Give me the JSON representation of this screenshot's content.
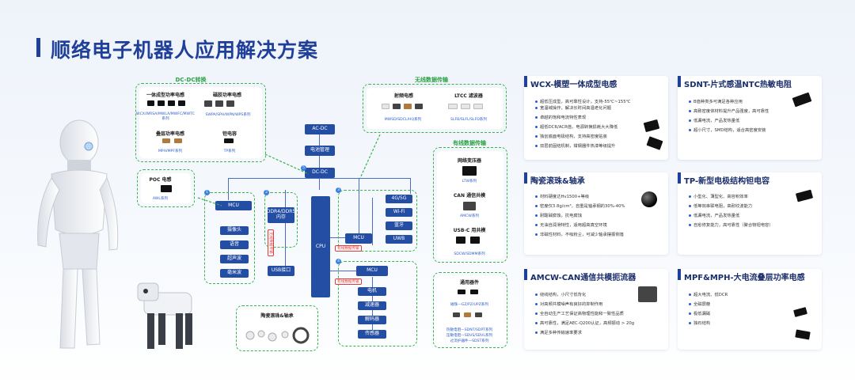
{
  "title": "顺络电子机器人应用解决方案",
  "diagram": {
    "dcdc": {
      "title": "DC-DC转换",
      "groups": [
        {
          "label": "一体成型功率电感",
          "sub": "WCX/WRSA/MWLA/MWFC/MWTC系列"
        },
        {
          "label": "磁胶功率电感",
          "sub": "SWPA/SPH/WPN/WPS系列"
        },
        {
          "label": "叠层功率电感",
          "sub": "MPH/MPF系列"
        },
        {
          "label": "钽电容",
          "sub": "TP系列"
        }
      ]
    },
    "poc": {
      "label": "POC 电感",
      "sub": "AWL系列"
    },
    "wireless": {
      "title": "无线数据传输",
      "groups": [
        {
          "label": "射频电感",
          "sub": "MWSD/SDCL/HQ系列"
        },
        {
          "label": "LTCC 滤波器",
          "sub": "SLFB/SLFL/SLFD系列"
        }
      ]
    },
    "wired": {
      "title": "有线数据传输",
      "groups": [
        {
          "label": "网络变压器",
          "sub": "LTW系列"
        },
        {
          "label": "CAN 通信共模",
          "sub": "AMCW系列"
        },
        {
          "label": "USB-C 用共模",
          "sub": "SDCW/SDMM系列"
        }
      ]
    },
    "general": {
      "title": "通用器件",
      "sub1": "磁珠—GZ/PZ/UPZ系列",
      "sub2": "热敏电阻—SDNT/SDPT系列",
      "sub3": "压敏电阻—SDVS/SDVL系列",
      "sub4": "过流护器件—SDST系列"
    },
    "ceramic": {
      "title": "陶瓷滚珠&轴承"
    },
    "blocks": {
      "acdc": "AC-DC",
      "power": "电池管理",
      "dcdc": "DC-DC",
      "cpu": "CPU",
      "ddr": "DDR4/DDR5内存",
      "usb": "USB接口",
      "mcu_left": "MCU",
      "mcu_mid": "MCU",
      "mcu_bottom": "MCU",
      "camera": "摄像头",
      "voice": "语音",
      "ultra": "超声波",
      "mmwave": "毫米波",
      "g45": "4G/5G",
      "wifi": "Wi-Fi",
      "bt": "蓝牙",
      "uwb": "UWB",
      "motor": "电机",
      "reducer": "减速器",
      "encoder": "解码器",
      "sensor": "传感器"
    },
    "tags": {
      "t1": "无线数据传输",
      "t2": "有线数据传输",
      "t3": "有线数据传输"
    }
  },
  "cards": [
    {
      "title": "WCX-模塑一体成型电感",
      "features": [
        "超低压成型，高可靠性设计，支持-55℃~155℃",
        "宽温域操作，解决长时间高温老化问题",
        "卓越的饱和电流特性表现",
        "超低DCR/ACR值，电源转换损耗大大降低",
        "独创底面电极结构，支持高密度贴装",
        "双层前固结机制，钳钢器件热漆等级提升"
      ]
    },
    {
      "title": "SDNT-片式感温NTC热敏电阻",
      "features": [
        "B值种类多可满足各种应用",
        "高致密度体材料提升产品强度，高可靠性",
        "低漏电流，产品发热量低",
        "超小尺寸，SMD结构，适合高密度安装"
      ]
    },
    {
      "title": "陶瓷滚珠&轴承",
      "features": [
        "材料硬度达Hv1500+等级",
        "密度仅3.8g/cm³，自重是轴承钢的30%-40%",
        "耐酸碱腐蚀，抗电腐蚀",
        "无油自润滑特性，适用超高真空环境",
        "非磁性材料，不吸粉尘，可减少轴承摆振侧落"
      ]
    },
    {
      "title": "TP-新型电极结构钽电容",
      "features": [
        "小型化、薄型化、高容积效率",
        "低等效串联电阻，高耐纹波能力",
        "低漏电流，产品发热量低",
        "自愈修复能力，高可靠性（聚合物钽电容）"
      ]
    },
    {
      "title": "AMCW-CAN通信共模扼流器",
      "features": [
        "绕线结构，小尺寸低背化",
        "对高频共模噪声有良好的抑制作用",
        "全自动生产工艺保证高物理性能和一致性品质",
        "高可靠性，满足AEC-Q200认证，高频振动 > 20g",
        "满足多种传输速率要求"
      ]
    },
    {
      "title": "MPF&MPH-大电流叠层功率电感",
      "features": [
        "超大电流、低DCR",
        "全磁屏蔽",
        "极低漏磁",
        "独石结构"
      ]
    }
  ],
  "colors": {
    "brand": "#1f3f99",
    "block": "#244ea3",
    "dashed": "#37b44a",
    "tag": "#e03a3a"
  }
}
